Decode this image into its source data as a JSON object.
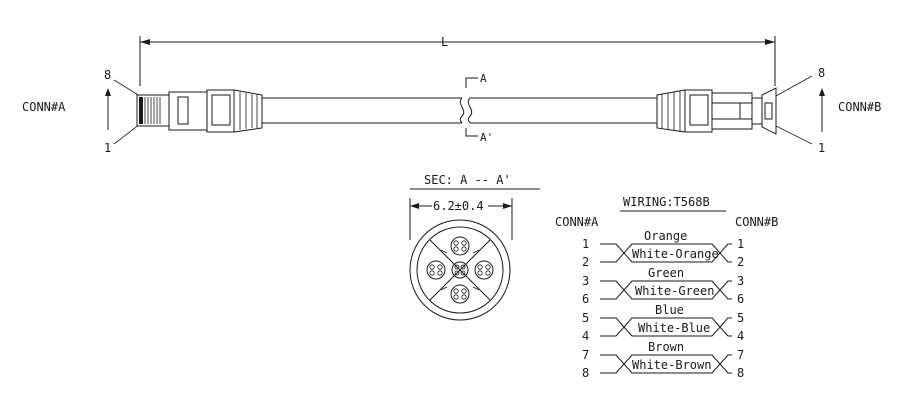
{
  "dimension": {
    "length_label": "L"
  },
  "connectors": {
    "a": {
      "label": "CONN#A",
      "pin_top": "8",
      "pin_bottom": "1"
    },
    "b": {
      "label": "CONN#B",
      "pin_top": "8",
      "pin_bottom": "1"
    }
  },
  "section_marks": {
    "top": "A",
    "bottom": "A'"
  },
  "section": {
    "title": "SEC: A -- A'",
    "diameter": "6.2±0.4"
  },
  "wiring": {
    "title": "WIRING:T568B",
    "left_header": "CONN#A",
    "right_header": "CONN#B",
    "pairs": [
      {
        "color": "Orange",
        "white": "White-Orange",
        "pin_a": "1",
        "pin_b": "2",
        "pin_c": "1",
        "pin_d": "2"
      },
      {
        "color": "Green",
        "white": "White-Green",
        "pin_a": "3",
        "pin_b": "6",
        "pin_c": "3",
        "pin_d": "6"
      },
      {
        "color": "Blue",
        "white": "White-Blue",
        "pin_a": "5",
        "pin_b": "4",
        "pin_c": "5",
        "pin_d": "4"
      },
      {
        "color": "Brown",
        "white": "White-Brown",
        "pin_a": "7",
        "pin_b": "8",
        "pin_c": "7",
        "pin_d": "8"
      }
    ]
  }
}
